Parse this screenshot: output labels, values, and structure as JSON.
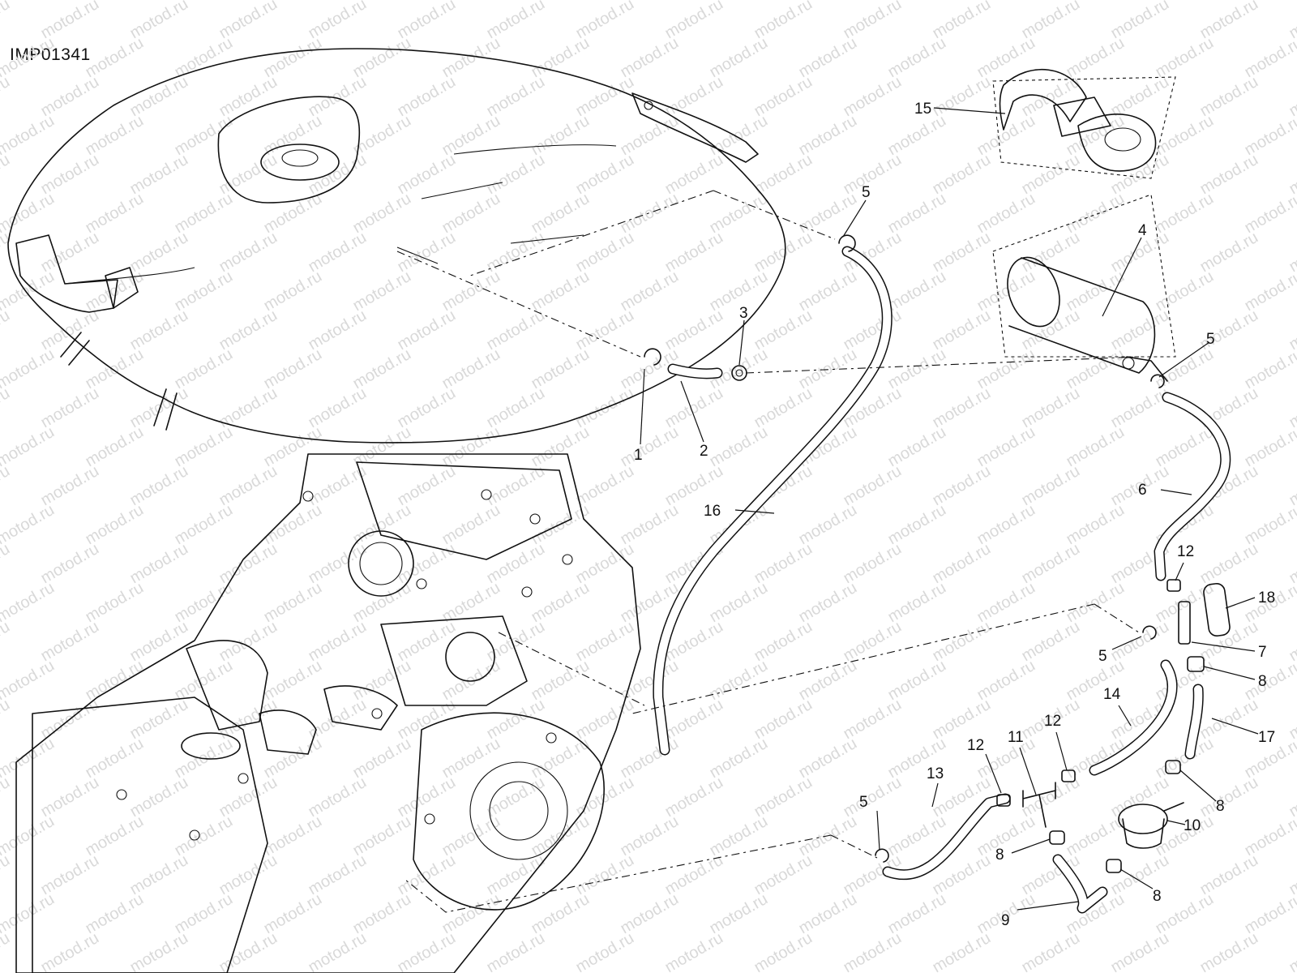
{
  "drawing_code": "IMP01341",
  "watermark": "motod.ru",
  "callouts": [
    {
      "id": "c1",
      "label": "1"
    },
    {
      "id": "c2",
      "label": "2"
    },
    {
      "id": "c3",
      "label": "3"
    },
    {
      "id": "c4",
      "label": "4"
    },
    {
      "id": "c5a",
      "label": "5"
    },
    {
      "id": "c5b",
      "label": "5"
    },
    {
      "id": "c5c",
      "label": "5"
    },
    {
      "id": "c5d",
      "label": "5"
    },
    {
      "id": "c6",
      "label": "6"
    },
    {
      "id": "c7",
      "label": "7"
    },
    {
      "id": "c8a",
      "label": "8"
    },
    {
      "id": "c8b",
      "label": "8"
    },
    {
      "id": "c8c",
      "label": "8"
    },
    {
      "id": "c8d",
      "label": "8"
    },
    {
      "id": "c9",
      "label": "9"
    },
    {
      "id": "c10",
      "label": "10"
    },
    {
      "id": "c11",
      "label": "11"
    },
    {
      "id": "c12a",
      "label": "12"
    },
    {
      "id": "c12b",
      "label": "12"
    },
    {
      "id": "c12c",
      "label": "12"
    },
    {
      "id": "c13",
      "label": "13"
    },
    {
      "id": "c14",
      "label": "14"
    },
    {
      "id": "c15",
      "label": "15"
    },
    {
      "id": "c16",
      "label": "16"
    },
    {
      "id": "c17",
      "label": "17"
    },
    {
      "id": "c18",
      "label": "18"
    }
  ]
}
